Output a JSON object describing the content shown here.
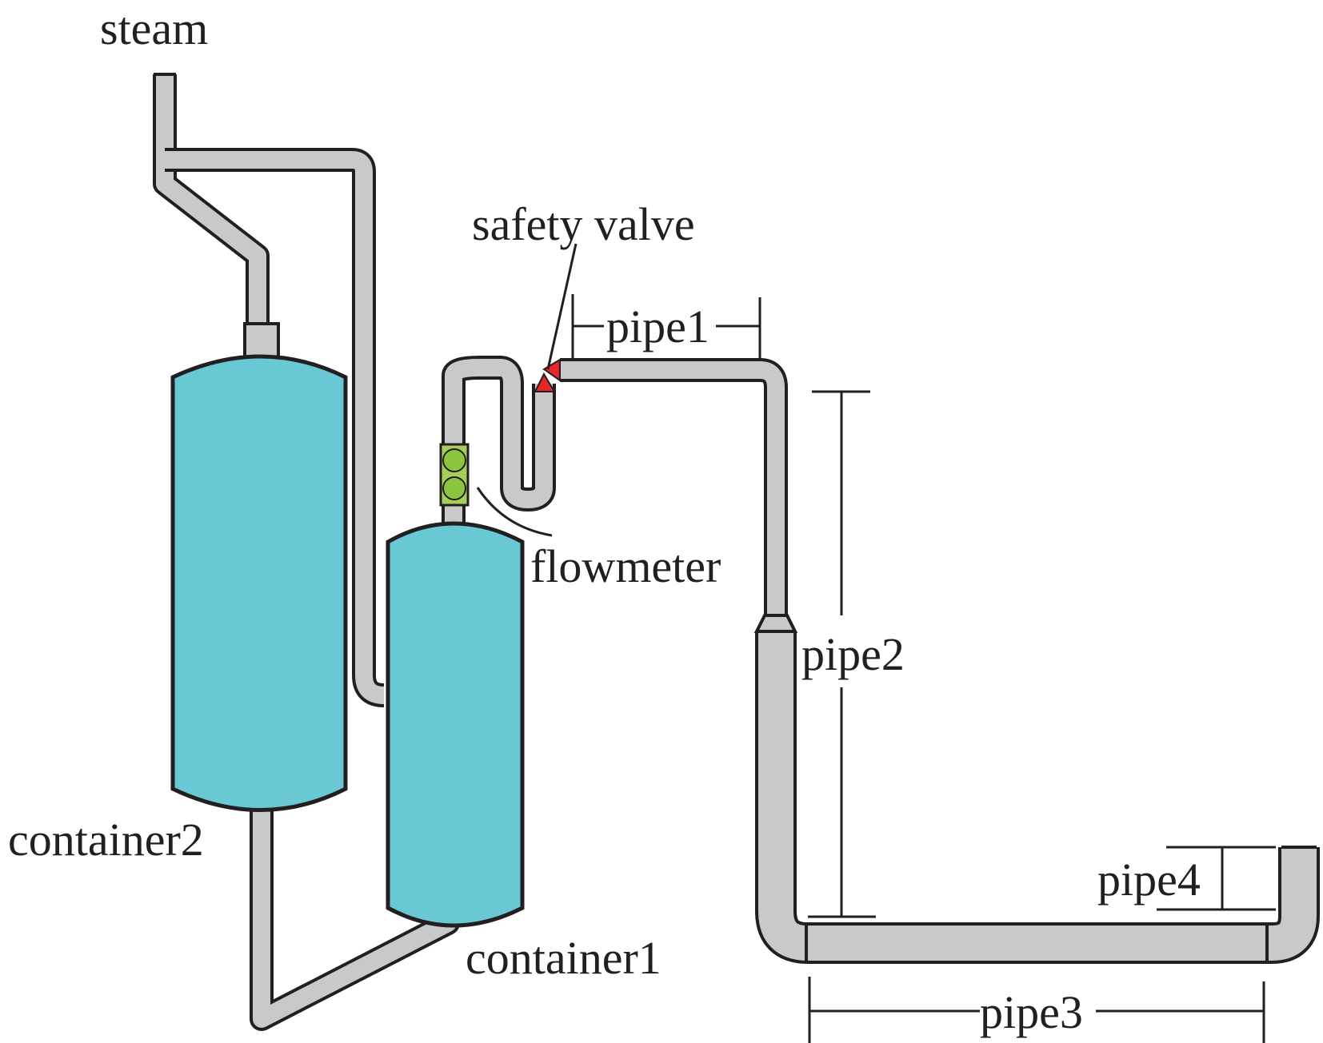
{
  "labels": {
    "steam": "steam",
    "safety_valve": "safety valve",
    "pipe1": "pipe1",
    "pipe2": "pipe2",
    "pipe3": "pipe3",
    "pipe4": "pipe4",
    "flowmeter": "flowmeter",
    "container1": "container1",
    "container2": "container2"
  },
  "colors": {
    "container_fill": "#68c8d4",
    "pipe_fill": "#c8c9ca",
    "outline": "#231f20",
    "flowmeter_body": "#a8cc5a",
    "flowmeter_disc": "#8cc63f",
    "safety_valve": "#e8262a"
  }
}
